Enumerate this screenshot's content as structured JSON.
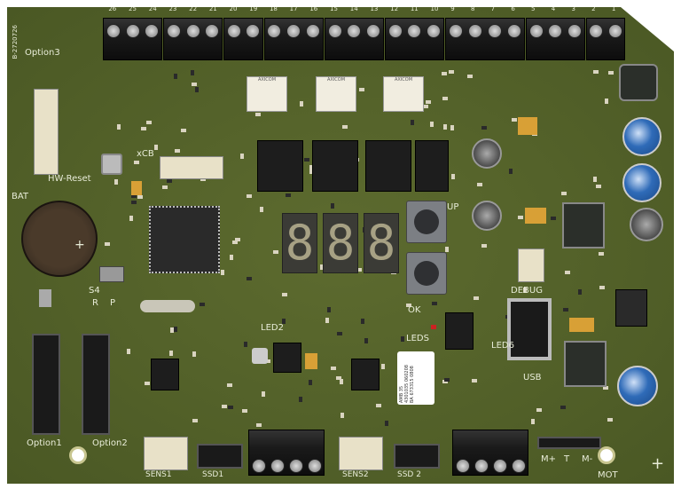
{
  "board": {
    "color": "#55642b",
    "terminal_numbers": [
      "26",
      "25",
      "24",
      "23",
      "22",
      "21",
      "20",
      "19",
      "18",
      "17",
      "16",
      "15",
      "14",
      "13",
      "12",
      "11",
      "10",
      "9",
      "8",
      "7",
      "6",
      "5",
      "4",
      "3",
      "2",
      "1"
    ],
    "silkscreen": {
      "part_number": "B-2720726",
      "option3": "Option3",
      "hw_reset": "HW-Reset",
      "bat": "BAT",
      "plus": "+",
      "xcb": "xCB",
      "s4": "S4",
      "r": "R",
      "p": "P",
      "up": "UP",
      "ok": "OK",
      "debug": "DEBUG",
      "leds": "LEDS",
      "led6": "LED6",
      "led2": "LED2",
      "usb": "USB",
      "option1": "Option1",
      "option2": "Option2",
      "sens1": "SENS1",
      "ssd1": "SSD1",
      "sens2": "SENS2",
      "ssd2": "SSD 2",
      "m_plus": "M+",
      "t": "T",
      "m_minus": "M-",
      "mot": "MOT",
      "corner_plus": "+"
    },
    "relay_label": "AXICOM",
    "display_digits": [
      "8",
      "8",
      "8"
    ],
    "label_sticker": [
      "AMB 35",
      "4301035 060208",
      "BA 673315 0808"
    ]
  }
}
